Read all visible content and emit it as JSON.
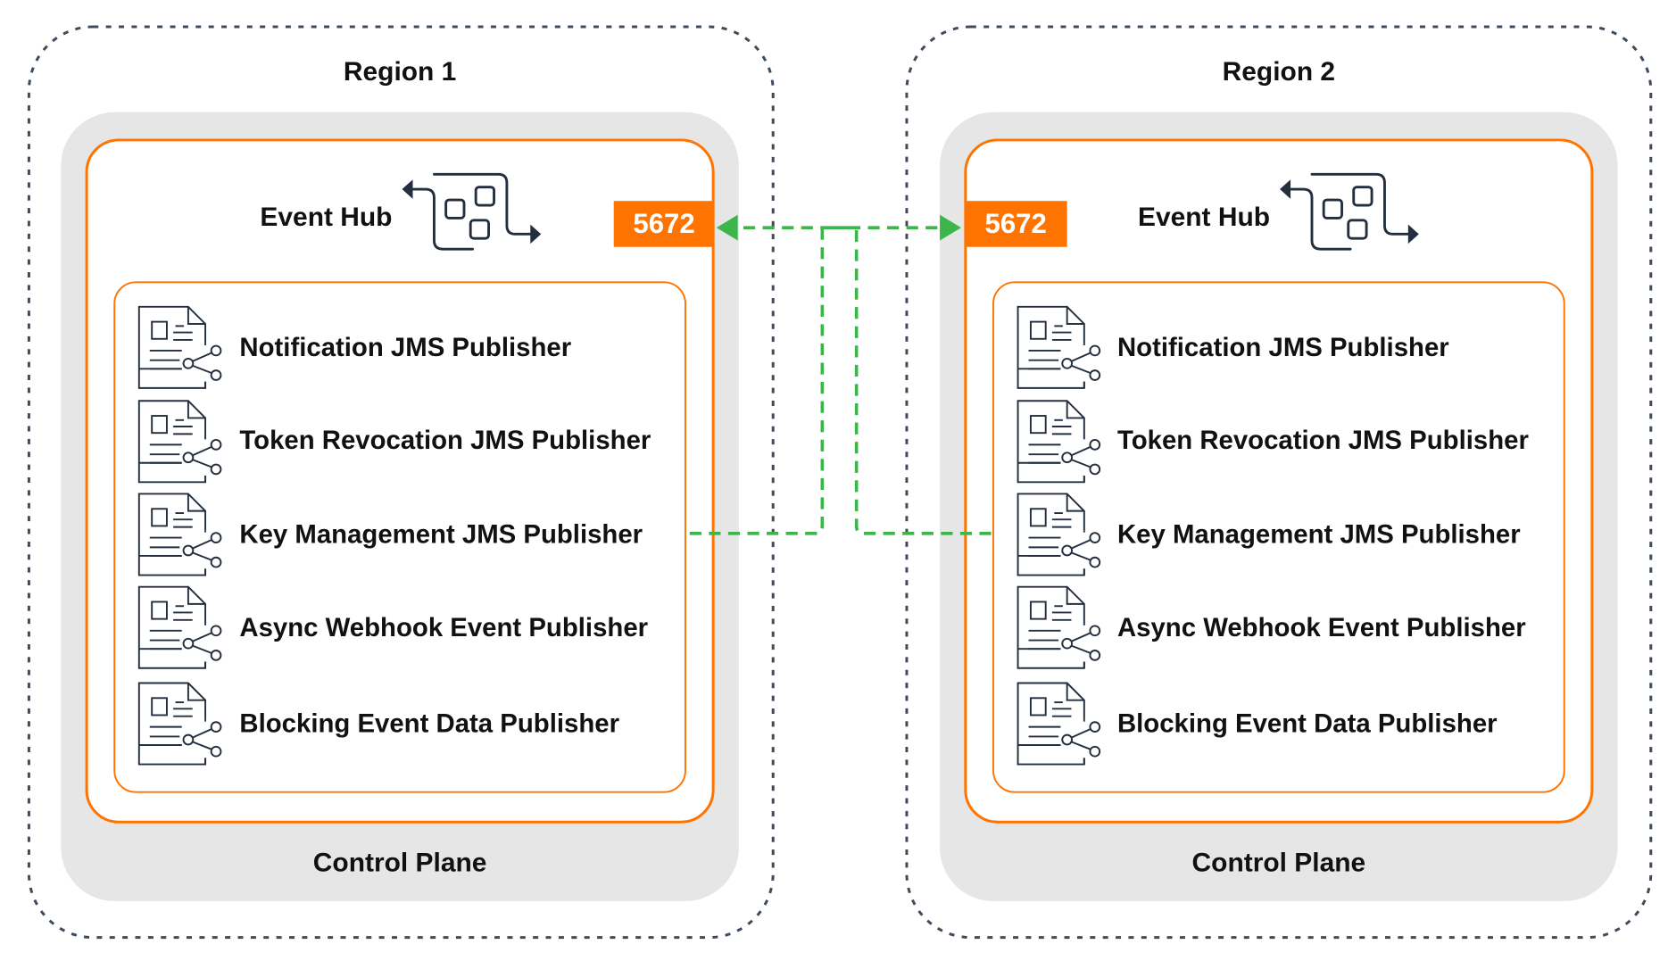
{
  "colors": {
    "orange": "#ff7300",
    "green": "#3cb54a",
    "plane_bg": "#e6e6e6",
    "region_border": "#3d4b5c",
    "icon": "#232f3e"
  },
  "regions": [
    {
      "title": "Region 1",
      "plane_label": "Control Plane",
      "hub": {
        "label": "Event Hub",
        "icon": "event-hub-icon",
        "port": "5672"
      },
      "publishers": [
        {
          "label": "Notification JMS Publisher",
          "icon": "document-share-icon"
        },
        {
          "label": "Token Revocation JMS Publisher",
          "icon": "document-share-icon"
        },
        {
          "label": "Key Management JMS Publisher",
          "icon": "document-share-icon"
        },
        {
          "label": "Async Webhook Event Publisher",
          "icon": "document-share-icon"
        },
        {
          "label": "Blocking Event Data Publisher",
          "icon": "document-share-icon"
        }
      ]
    },
    {
      "title": "Region 2",
      "plane_label": "Control Plane",
      "hub": {
        "label": "Event Hub",
        "icon": "event-hub-icon",
        "port": "5672"
      },
      "publishers": [
        {
          "label": "Notification JMS Publisher",
          "icon": "document-share-icon"
        },
        {
          "label": "Token Revocation JMS Publisher",
          "icon": "document-share-icon"
        },
        {
          "label": "Key Management JMS Publisher",
          "icon": "document-share-icon"
        },
        {
          "label": "Async Webhook Event Publisher",
          "icon": "document-share-icon"
        },
        {
          "label": "Blocking Event Data Publisher",
          "icon": "document-share-icon"
        }
      ]
    }
  ],
  "connections": [
    {
      "from": "Region 1 / Key Management JMS Publisher",
      "to": "Region 2 / Event Hub 5672",
      "style": "dashed"
    },
    {
      "from": "Region 2 / Key Management JMS Publisher",
      "to": "Region 1 / Event Hub 5672",
      "style": "dashed"
    }
  ]
}
